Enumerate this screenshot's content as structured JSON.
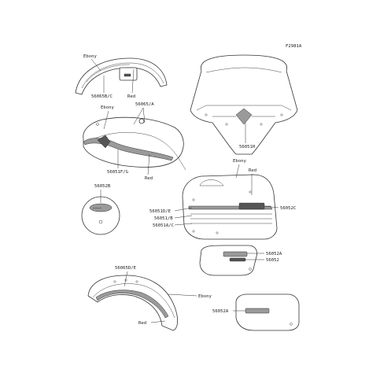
{
  "figure_id": "F2981A",
  "labels": {
    "front_fender_ebony": "Ebony",
    "front_fender_part": "56065B/C",
    "front_fender_red": "Red",
    "tank_ebony": "Ebony",
    "tank_part_a": "56065/A",
    "tank_part_fg": "56051F/G",
    "tank_red": "Red",
    "cover_part": "56052B",
    "windshield_part": "56051H",
    "saddlebag_ebony": "Ebony",
    "saddlebag_red": "Red",
    "saddlebag_part_de": "56051D/E",
    "saddlebag_part_b": "56051/B",
    "saddlebag_part_ac": "56051A/C",
    "saddlebag_part_c": "56052C",
    "side_cover_part_a": "56052A",
    "side_cover_part": "56052",
    "rear_fender_part": "56065D/E",
    "rear_fender_ebony": "Ebony",
    "rear_fender_red": "Red",
    "side_cover2_part": "56052A"
  }
}
